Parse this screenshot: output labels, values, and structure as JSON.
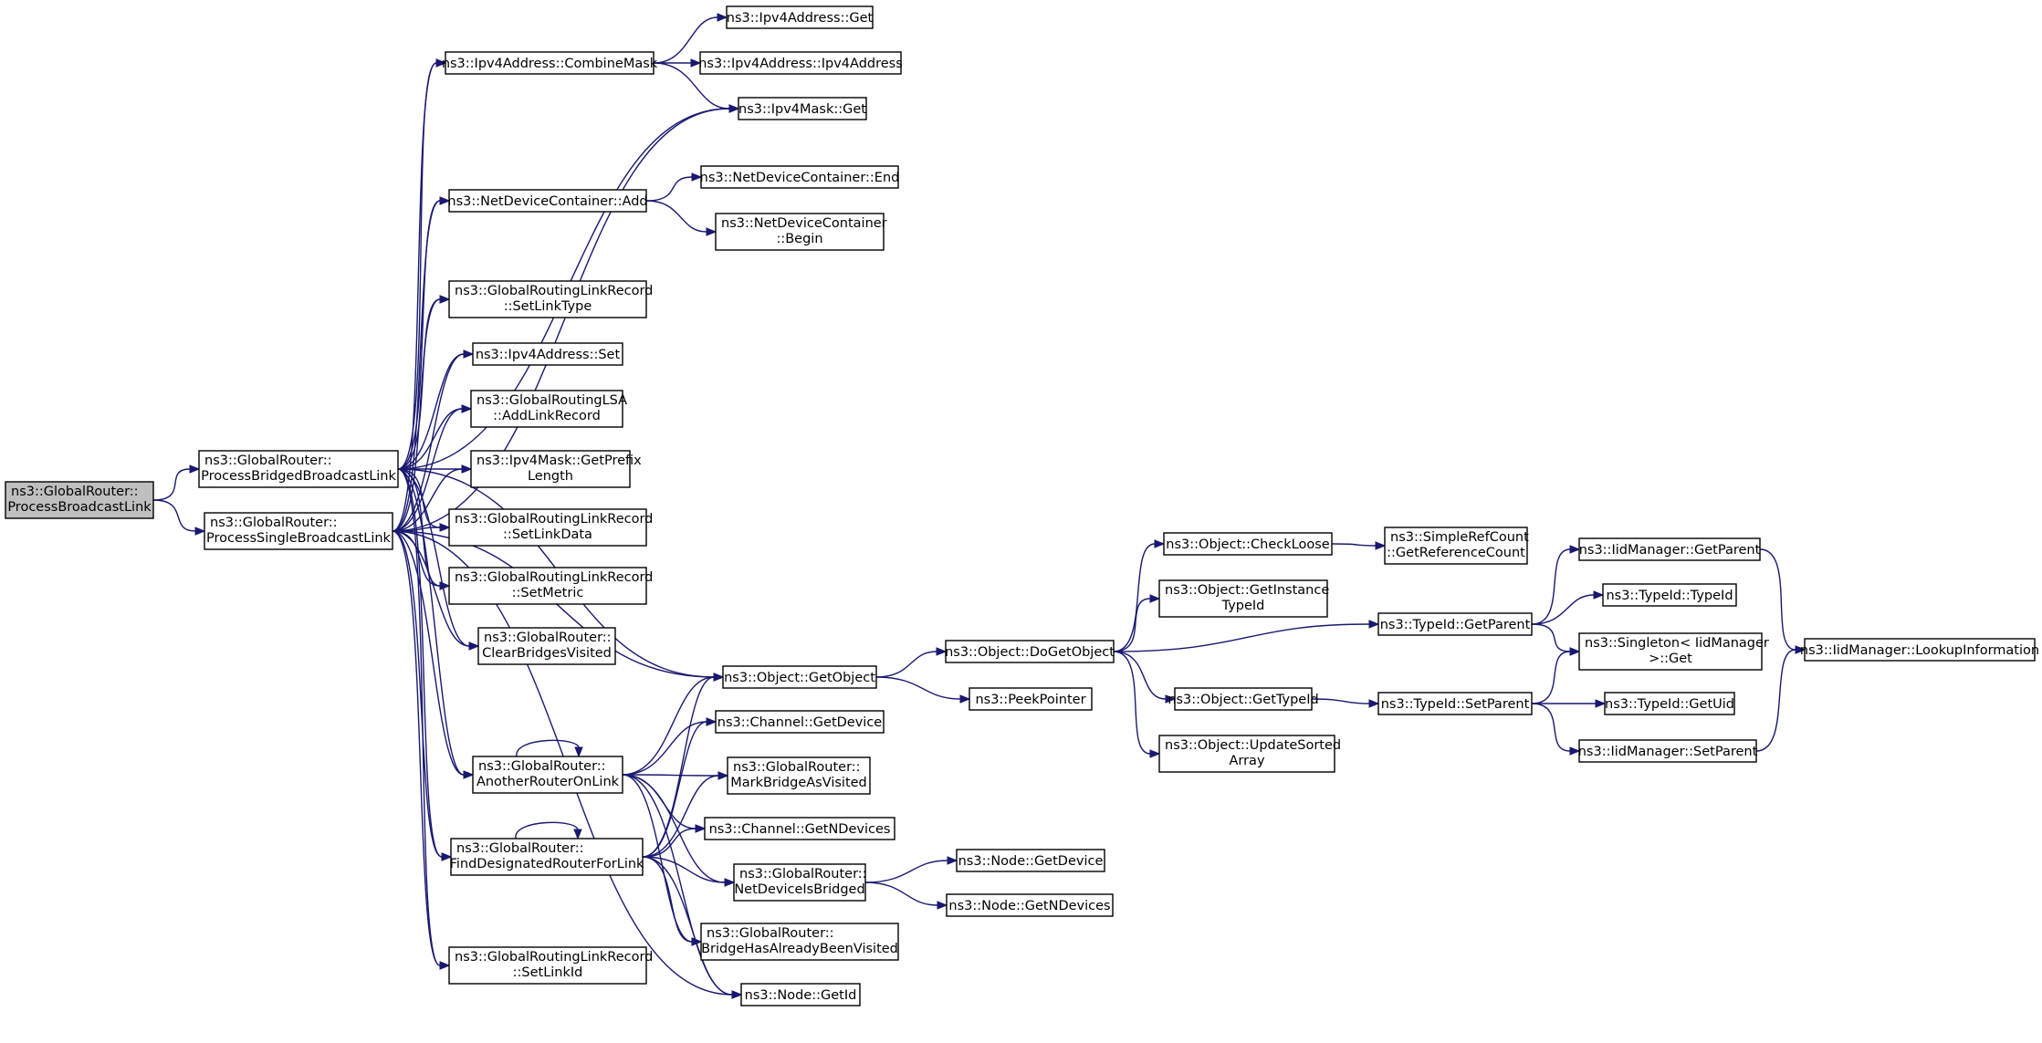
{
  "graph": {
    "edge_color": "#191970",
    "root_fill": "#bfbfbf",
    "nodes": [
      {
        "id": "root",
        "lines": [
          "ns3::GlobalRouter::",
          "ProcessBroadcastLink"
        ],
        "root": true
      },
      {
        "id": "bridged",
        "lines": [
          "ns3::GlobalRouter::",
          "ProcessBridgedBroadcastLink"
        ]
      },
      {
        "id": "single",
        "lines": [
          "ns3::GlobalRouter::",
          "ProcessSingleBroadcastLink"
        ]
      },
      {
        "id": "combine",
        "lines": [
          "ns3::Ipv4Address::CombineMask"
        ]
      },
      {
        "id": "addrget",
        "lines": [
          "ns3::Ipv4Address::Get"
        ]
      },
      {
        "id": "addrctor",
        "lines": [
          "ns3::Ipv4Address::Ipv4Address"
        ]
      },
      {
        "id": "maskget",
        "lines": [
          "ns3::Ipv4Mask::Get"
        ]
      },
      {
        "id": "ndcadd",
        "lines": [
          "ns3::NetDeviceContainer::Add"
        ]
      },
      {
        "id": "ndcend",
        "lines": [
          "ns3::NetDeviceContainer::End"
        ]
      },
      {
        "id": "ndcbegin",
        "lines": [
          "ns3::NetDeviceContainer",
          "::Begin"
        ]
      },
      {
        "id": "setlinktype",
        "lines": [
          "ns3::GlobalRoutingLinkRecord",
          "::SetLinkType"
        ]
      },
      {
        "id": "addrset",
        "lines": [
          "ns3::Ipv4Address::Set"
        ]
      },
      {
        "id": "addlinkrec",
        "lines": [
          "ns3::GlobalRoutingLSA",
          "::AddLinkRecord"
        ]
      },
      {
        "id": "prefixlen",
        "lines": [
          "ns3::Ipv4Mask::GetPrefix",
          "Length"
        ]
      },
      {
        "id": "setlinkdata",
        "lines": [
          "ns3::GlobalRoutingLinkRecord",
          "::SetLinkData"
        ]
      },
      {
        "id": "setmetric",
        "lines": [
          "ns3::GlobalRoutingLinkRecord",
          "::SetMetric"
        ]
      },
      {
        "id": "clearbridges",
        "lines": [
          "ns3::GlobalRouter::",
          "ClearBridgesVisited"
        ]
      },
      {
        "id": "getobject",
        "lines": [
          "ns3::Object::GetObject"
        ]
      },
      {
        "id": "chgetdevice",
        "lines": [
          "ns3::Channel::GetDevice"
        ]
      },
      {
        "id": "another",
        "lines": [
          "ns3::GlobalRouter::",
          "AnotherRouterOnLink"
        ]
      },
      {
        "id": "markbridge",
        "lines": [
          "ns3::GlobalRouter::",
          "MarkBridgeAsVisited"
        ]
      },
      {
        "id": "chgetn",
        "lines": [
          "ns3::Channel::GetNDevices"
        ]
      },
      {
        "id": "finddr",
        "lines": [
          "ns3::GlobalRouter::",
          "FindDesignatedRouterForLink"
        ]
      },
      {
        "id": "ndbridged",
        "lines": [
          "ns3::GlobalRouter::",
          "NetDeviceIsBridged"
        ]
      },
      {
        "id": "bridgevisited",
        "lines": [
          "ns3::GlobalRouter::",
          "BridgeHasAlreadyBeenVisited"
        ]
      },
      {
        "id": "setlinkid",
        "lines": [
          "ns3::GlobalRoutingLinkRecord",
          "::SetLinkId"
        ]
      },
      {
        "id": "nodegetid",
        "lines": [
          "ns3::Node::GetId"
        ]
      },
      {
        "id": "nodegetdevice",
        "lines": [
          "ns3::Node::GetDevice"
        ]
      },
      {
        "id": "nodegetn",
        "lines": [
          "ns3::Node::GetNDevices"
        ]
      },
      {
        "id": "dogetobject",
        "lines": [
          "ns3::Object::DoGetObject"
        ]
      },
      {
        "id": "peek",
        "lines": [
          "ns3::PeekPointer"
        ]
      },
      {
        "id": "checkloose",
        "lines": [
          "ns3::Object::CheckLoose"
        ]
      },
      {
        "id": "getrefcount",
        "lines": [
          "ns3::SimpleRefCount",
          "::GetReferenceCount"
        ]
      },
      {
        "id": "getinsttid",
        "lines": [
          "ns3::Object::GetInstance",
          "TypeId"
        ]
      },
      {
        "id": "objgettid",
        "lines": [
          "ns3::Object::GetTypeId"
        ]
      },
      {
        "id": "updsorted",
        "lines": [
          "ns3::Object::UpdateSorted",
          "Array"
        ]
      },
      {
        "id": "tidgetparent",
        "lines": [
          "ns3::TypeId::GetParent"
        ]
      },
      {
        "id": "tidsetparent",
        "lines": [
          "ns3::TypeId::SetParent"
        ]
      },
      {
        "id": "iidgetparent",
        "lines": [
          "ns3::IidManager::GetParent"
        ]
      },
      {
        "id": "tidctor",
        "lines": [
          "ns3::TypeId::TypeId"
        ]
      },
      {
        "id": "singleton",
        "lines": [
          "ns3::Singleton< IidManager",
          ">::Get"
        ]
      },
      {
        "id": "tidgetuid",
        "lines": [
          "ns3::TypeId::GetUid"
        ]
      },
      {
        "id": "iidsetparent",
        "lines": [
          "ns3::IidManager::SetParent"
        ]
      },
      {
        "id": "lookup",
        "lines": [
          "ns3::IidManager::LookupInformation"
        ]
      }
    ],
    "edges": [
      [
        "root",
        "bridged"
      ],
      [
        "root",
        "single"
      ],
      [
        "bridged",
        "combine"
      ],
      [
        "bridged",
        "maskget"
      ],
      [
        "bridged",
        "ndcadd"
      ],
      [
        "bridged",
        "getobject"
      ],
      [
        "bridged",
        "setlinktype"
      ],
      [
        "bridged",
        "addrset"
      ],
      [
        "bridged",
        "addlinkrec"
      ],
      [
        "bridged",
        "prefixlen"
      ],
      [
        "bridged",
        "setlinkdata"
      ],
      [
        "bridged",
        "setmetric"
      ],
      [
        "bridged",
        "clearbridges"
      ],
      [
        "bridged",
        "another"
      ],
      [
        "bridged",
        "finddr"
      ],
      [
        "bridged",
        "setlinkid"
      ],
      [
        "single",
        "combine"
      ],
      [
        "single",
        "maskget"
      ],
      [
        "single",
        "ndcadd"
      ],
      [
        "single",
        "setlinktype"
      ],
      [
        "single",
        "addrset"
      ],
      [
        "single",
        "addlinkrec"
      ],
      [
        "single",
        "prefixlen"
      ],
      [
        "single",
        "setlinkdata"
      ],
      [
        "single",
        "setmetric"
      ],
      [
        "single",
        "clearbridges"
      ],
      [
        "single",
        "getobject"
      ],
      [
        "single",
        "another"
      ],
      [
        "single",
        "finddr"
      ],
      [
        "single",
        "setlinkid"
      ],
      [
        "single",
        "nodegetid"
      ],
      [
        "combine",
        "addrget"
      ],
      [
        "combine",
        "addrctor"
      ],
      [
        "combine",
        "maskget"
      ],
      [
        "ndcadd",
        "ndcend"
      ],
      [
        "ndcadd",
        "ndcbegin"
      ],
      [
        "another",
        "another"
      ],
      [
        "another",
        "getobject"
      ],
      [
        "another",
        "chgetdevice"
      ],
      [
        "another",
        "markbridge"
      ],
      [
        "another",
        "chgetn"
      ],
      [
        "another",
        "ndbridged"
      ],
      [
        "another",
        "bridgevisited"
      ],
      [
        "another",
        "nodegetid"
      ],
      [
        "finddr",
        "finddr"
      ],
      [
        "finddr",
        "getobject"
      ],
      [
        "finddr",
        "chgetdevice"
      ],
      [
        "finddr",
        "markbridge"
      ],
      [
        "finddr",
        "chgetn"
      ],
      [
        "finddr",
        "ndbridged"
      ],
      [
        "finddr",
        "bridgevisited"
      ],
      [
        "finddr",
        "nodegetid"
      ],
      [
        "ndbridged",
        "nodegetdevice"
      ],
      [
        "ndbridged",
        "nodegetn"
      ],
      [
        "getobject",
        "dogetobject"
      ],
      [
        "getobject",
        "peek"
      ],
      [
        "dogetobject",
        "checkloose"
      ],
      [
        "dogetobject",
        "getinsttid"
      ],
      [
        "dogetobject",
        "tidgetparent"
      ],
      [
        "dogetobject",
        "objgettid"
      ],
      [
        "dogetobject",
        "updsorted"
      ],
      [
        "checkloose",
        "getrefcount"
      ],
      [
        "objgettid",
        "tidsetparent"
      ],
      [
        "tidgetparent",
        "iidgetparent"
      ],
      [
        "tidgetparent",
        "tidctor"
      ],
      [
        "tidgetparent",
        "singleton"
      ],
      [
        "tidsetparent",
        "singleton"
      ],
      [
        "tidsetparent",
        "tidgetuid"
      ],
      [
        "tidsetparent",
        "iidsetparent"
      ],
      [
        "iidgetparent",
        "lookup"
      ],
      [
        "iidsetparent",
        "lookup"
      ]
    ]
  }
}
